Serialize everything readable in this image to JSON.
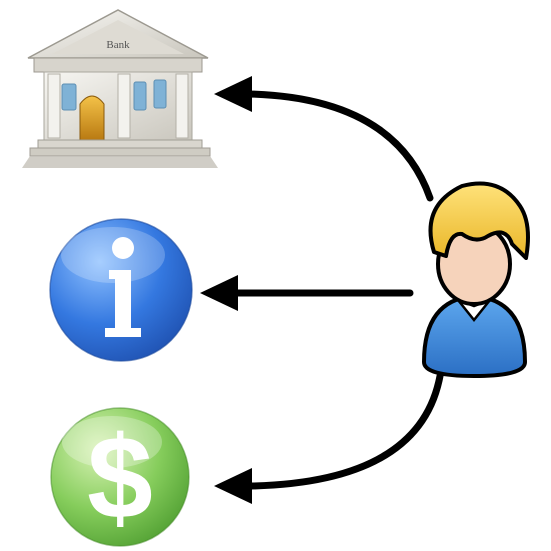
{
  "diagram": {
    "icons": {
      "bank": {
        "icon": "bank-building-icon",
        "sign_text": "Bank"
      },
      "info": {
        "icon": "info-icon",
        "glyph": "i"
      },
      "money": {
        "icon": "dollar-icon",
        "glyph": "$"
      },
      "user": {
        "icon": "user-person-icon"
      }
    },
    "arrows": [
      {
        "from": "user",
        "to": "bank"
      },
      {
        "from": "user",
        "to": "info"
      },
      {
        "from": "user",
        "to": "money"
      }
    ],
    "colors": {
      "arrow": "#000000",
      "info_blue": "#2f6fd6",
      "money_green": "#6fbf45",
      "user_hair": "#f2c53a",
      "user_shirt": "#3a86d6",
      "bank_stone": "#e8e6e1",
      "bank_door": "#e0a52a"
    }
  }
}
